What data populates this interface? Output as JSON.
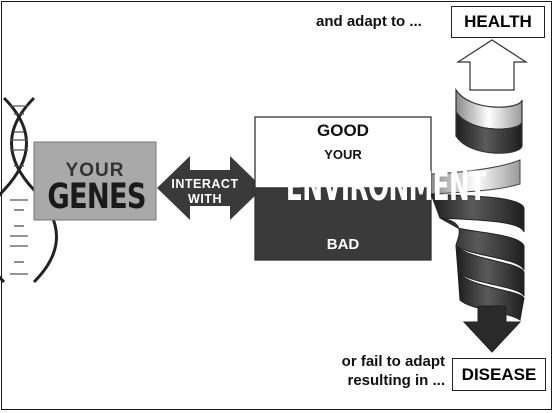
{
  "captions": {
    "top": "and adapt to ...",
    "bottom_line1": "or fail to adapt",
    "bottom_line2": "resulting in ..."
  },
  "outcomes": {
    "health": "HEALTH",
    "disease": "DISEASE"
  },
  "genes": {
    "line1": "YOUR",
    "line2": "GENES"
  },
  "interaction": {
    "line1": "INTERACT",
    "line2": "WITH"
  },
  "environment": {
    "good": "GOOD",
    "your": "YOUR",
    "word": "ENVIRONMENT",
    "bad": "BAD"
  },
  "colors": {
    "dark": "#3a3a3a",
    "genes_box": "#a9a9a9",
    "white": "#ffffff"
  }
}
